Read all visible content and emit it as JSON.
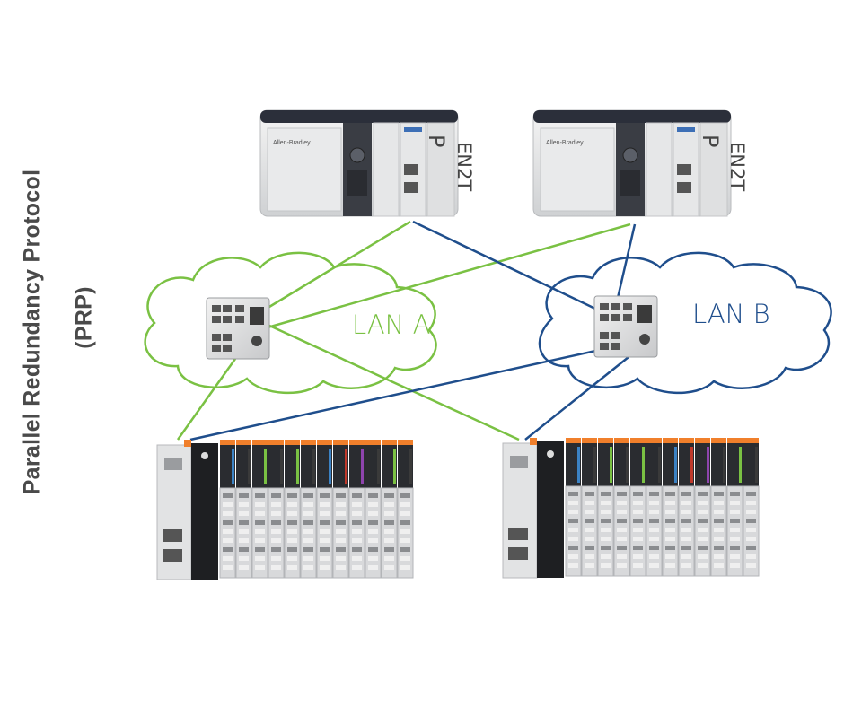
{
  "title": {
    "line1": "Parallel Redundancy Protocol",
    "line2": "(PRP)"
  },
  "networks": [
    {
      "label": "LAN A",
      "color": "#7ac143"
    },
    {
      "label": "LAN B",
      "color": "#1f4e8c"
    }
  ],
  "controllers": [
    {
      "module_a": "P",
      "module_b": "EN2T"
    },
    {
      "module_a": "P",
      "module_b": "EN2T"
    }
  ],
  "icons": [
    "controller-chassis",
    "network-switch",
    "io-rack",
    "cloud"
  ],
  "colors": {
    "lan_a": "#7ac143",
    "lan_b": "#1f4e8c",
    "title": "#4a4a4a"
  }
}
